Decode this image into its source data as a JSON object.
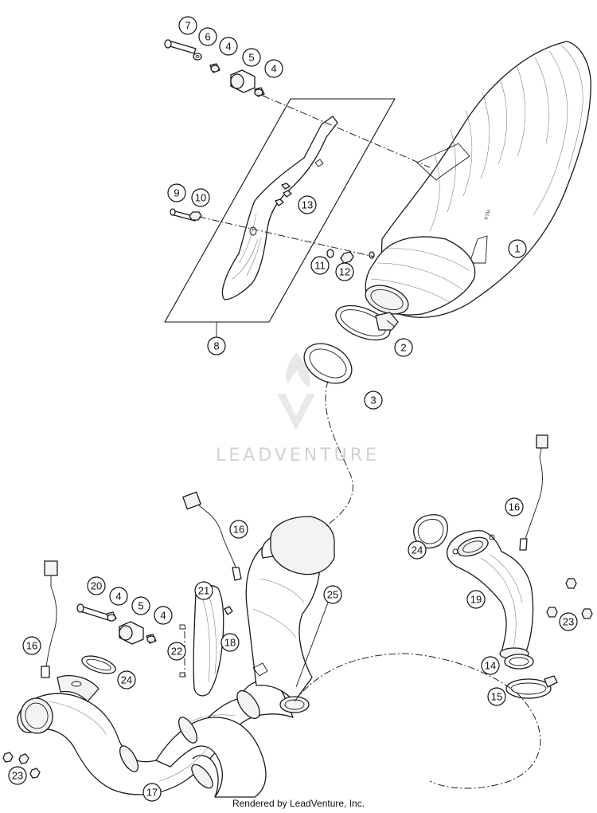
{
  "diagram": {
    "callouts": [
      {
        "id": "c1",
        "label": "1"
      },
      {
        "id": "c2",
        "label": "2"
      },
      {
        "id": "c3",
        "label": "3"
      },
      {
        "id": "c4a",
        "label": "4"
      },
      {
        "id": "c4b",
        "label": "4"
      },
      {
        "id": "c4c",
        "label": "4"
      },
      {
        "id": "c4d",
        "label": "4"
      },
      {
        "id": "c5a",
        "label": "5"
      },
      {
        "id": "c5b",
        "label": "5"
      },
      {
        "id": "c6",
        "label": "6"
      },
      {
        "id": "c7",
        "label": "7"
      },
      {
        "id": "c8",
        "label": "8"
      },
      {
        "id": "c9",
        "label": "9"
      },
      {
        "id": "c10",
        "label": "10"
      },
      {
        "id": "c11",
        "label": "11"
      },
      {
        "id": "c12",
        "label": "12"
      },
      {
        "id": "c13",
        "label": "13"
      },
      {
        "id": "c14",
        "label": "14"
      },
      {
        "id": "c15",
        "label": "15"
      },
      {
        "id": "c16a",
        "label": "16"
      },
      {
        "id": "c16b",
        "label": "16"
      },
      {
        "id": "c16c",
        "label": "16"
      },
      {
        "id": "c17",
        "label": "17"
      },
      {
        "id": "c18",
        "label": "18"
      },
      {
        "id": "c19",
        "label": "19"
      },
      {
        "id": "c20",
        "label": "20"
      },
      {
        "id": "c21",
        "label": "21"
      },
      {
        "id": "c22",
        "label": "22"
      },
      {
        "id": "c23a",
        "label": "23"
      },
      {
        "id": "c23b",
        "label": "23"
      },
      {
        "id": "c24a",
        "label": "24"
      },
      {
        "id": "c24b",
        "label": "24"
      },
      {
        "id": "c25",
        "label": "25"
      }
    ]
  },
  "watermark": {
    "text": "LEADVENTURE"
  },
  "footer": {
    "text": "Rendered by LeadVenture, Inc."
  }
}
